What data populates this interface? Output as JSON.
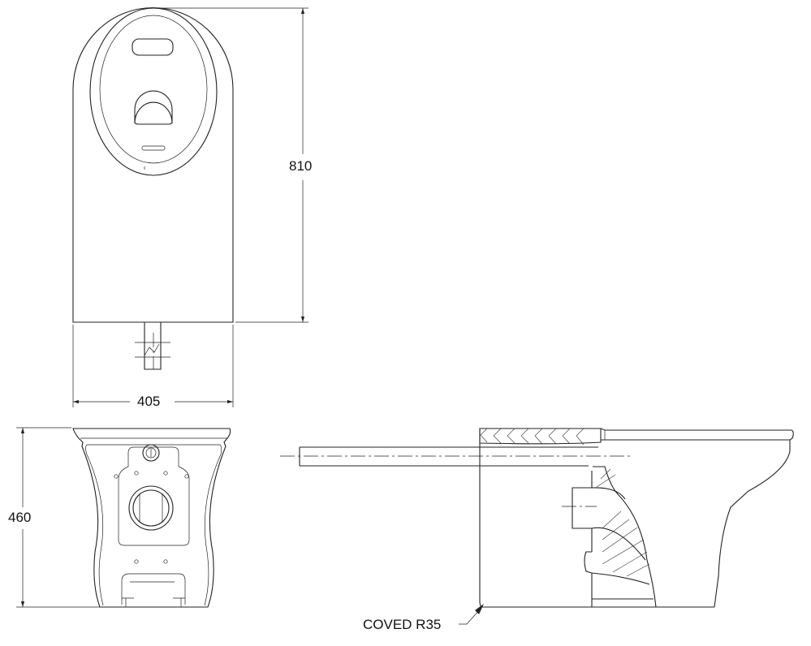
{
  "dimensions": {
    "height_top_view": "810",
    "width_top_view": "405",
    "height_front_view": "460"
  },
  "annotations": {
    "coved_note": "COVED R35"
  },
  "colors": {
    "line": "#222222",
    "background": "#ffffff"
  }
}
